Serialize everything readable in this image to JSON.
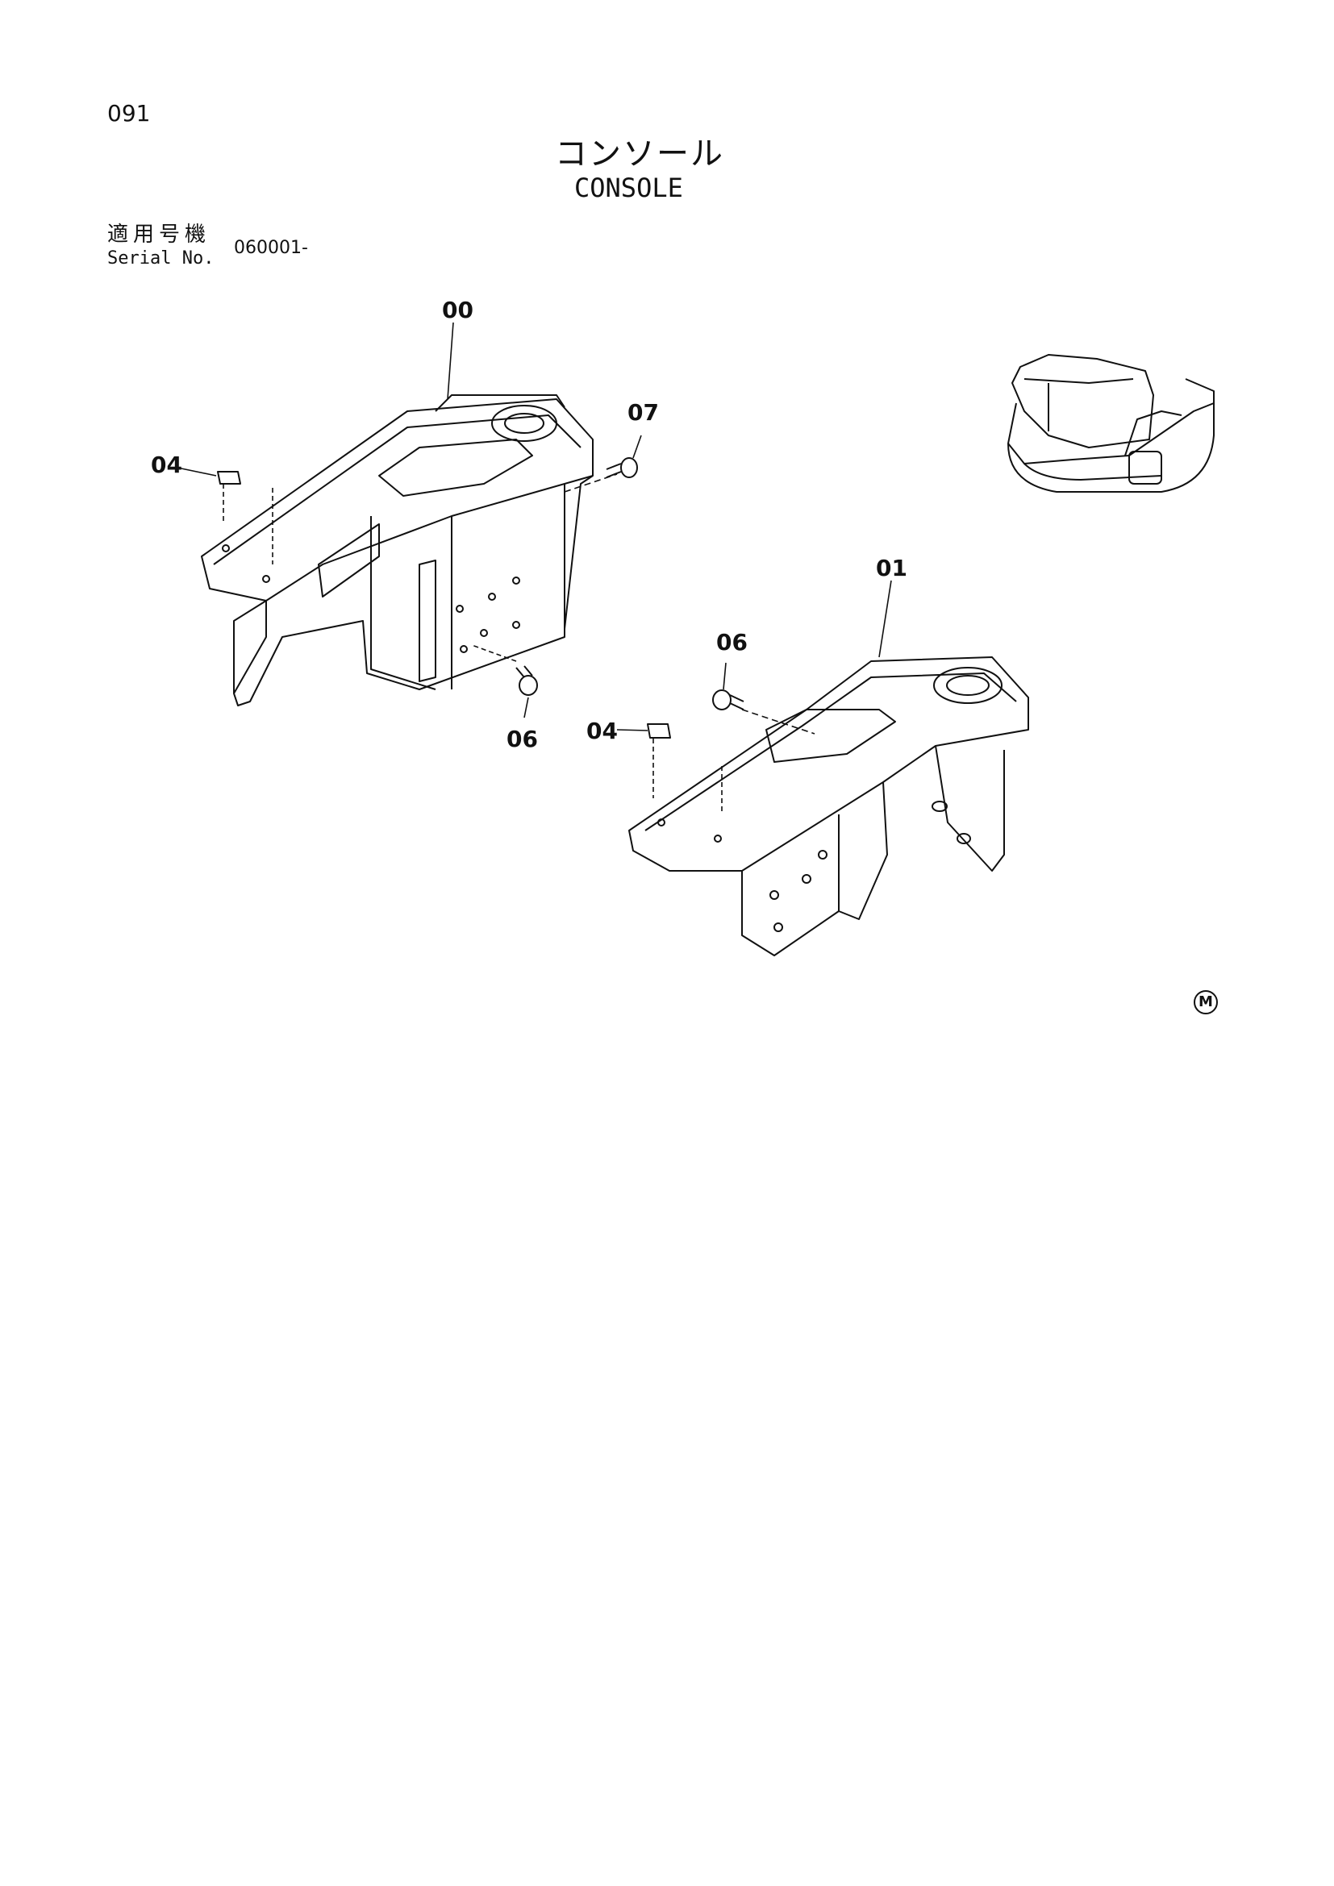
{
  "header": {
    "page_number": "091",
    "title_jp": "コンソール",
    "title_en": "CONSOLE"
  },
  "serial": {
    "label_jp": "適用号機",
    "label_en": "Serial No.",
    "value": "060001-"
  },
  "callouts": {
    "a": "00",
    "b": "07",
    "c": "04",
    "d": "06",
    "e": "01",
    "f": "06",
    "g": "04"
  },
  "mark": "M"
}
